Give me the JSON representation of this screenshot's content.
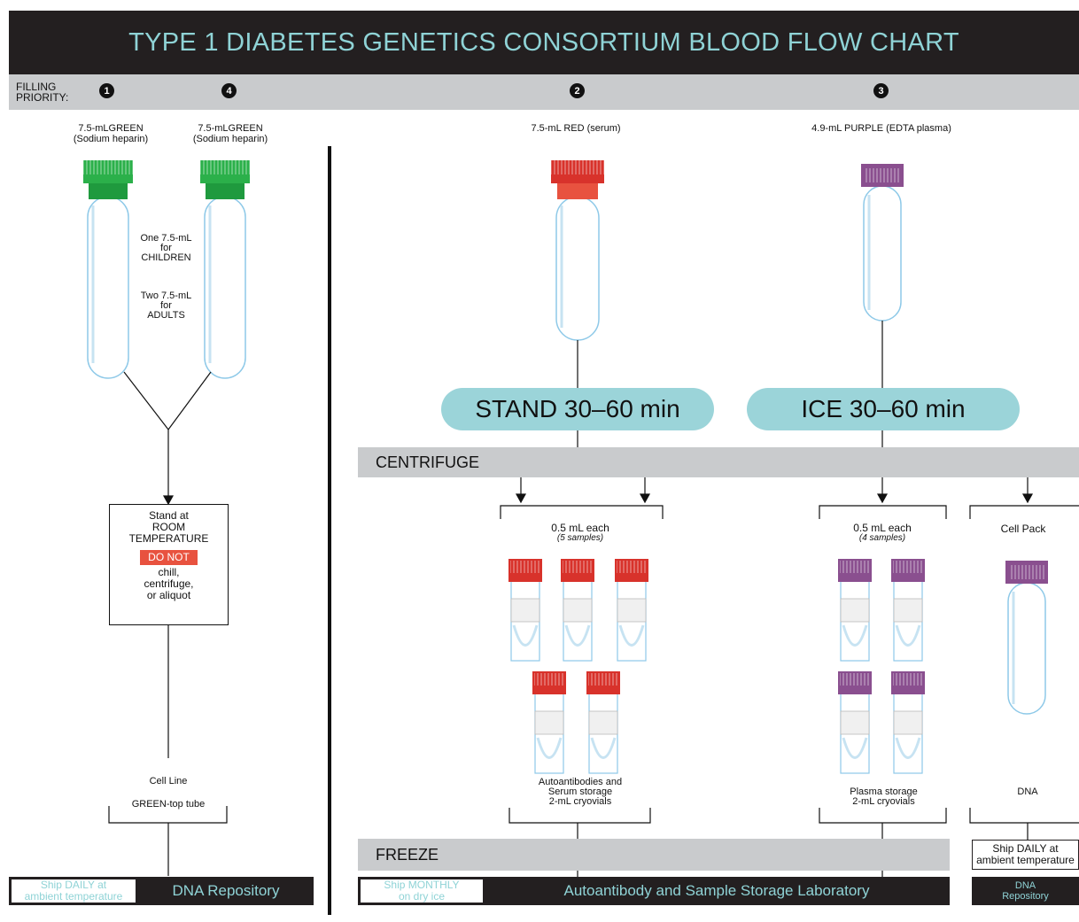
{
  "title": "TYPE 1 DIABETES GENETICS CONSORTIUM BLOOD FLOW CHART",
  "priority": {
    "label_line1": "FILLING",
    "label_line2": "PRIORITY:",
    "numbers": [
      "1",
      "4",
      "2",
      "3"
    ]
  },
  "tubes": {
    "green1": {
      "line1": "7.5-mLGREEN",
      "line2": "(Sodium heparin)"
    },
    "green2": {
      "line1": "7.5-mLGREEN",
      "line2": "(Sodium heparin)"
    },
    "red": {
      "label": "7.5-mL RED (serum)"
    },
    "purple": {
      "label": "4.9-mL PURPLE (EDTA plasma)"
    }
  },
  "green_note": {
    "children_1": "One 7.5-mL",
    "children_2": "for",
    "children_3": "CHILDREN",
    "adults_1": "Two 7.5-mL",
    "adults_2": "for",
    "adults_3": "ADULTS"
  },
  "steps": {
    "stand": "STAND 30–60 min",
    "ice": "ICE 30–60 min",
    "centrifuge": "CENTRIFUGE",
    "freeze": "FREEZE"
  },
  "room_box": {
    "line1": "Stand at",
    "line2": "ROOM",
    "line3": "TEMPERATURE",
    "donot": "DO NOT",
    "line4": "chill,",
    "line5": "centrifuge,",
    "line6": "or aliquot"
  },
  "groups": {
    "serum": {
      "title": "0.5 mL each",
      "sub": "(5 samples)",
      "bottom1": "Autoantibodies and",
      "bottom2": "Serum storage",
      "bottom3": "2-mL cryovials"
    },
    "plasma": {
      "title": "0.5 mL each",
      "sub": "(4 samples)",
      "bottom1": "Plasma storage",
      "bottom2": "2-mL cryovials"
    },
    "cellpack": {
      "title": "Cell Pack",
      "bottom": "DNA"
    },
    "cellline": {
      "line1": "Cell Line",
      "line2": "GREEN-top tube"
    }
  },
  "shipping": {
    "left": {
      "ship1": "Ship DAILY at",
      "ship2": "ambient temperature",
      "dest": "DNA Repository"
    },
    "middle": {
      "ship1": "Ship MONTHLY",
      "ship2": "on dry ice",
      "dest": "Autoantibody and Sample Storage Laboratory"
    },
    "right": {
      "ship1": "Ship DAILY at",
      "ship2": "ambient temperature",
      "dest1": "DNA",
      "dest2": "Repository"
    }
  },
  "colors": {
    "title_bg": "#231f20",
    "title_text": "#8fd3d6",
    "pill": "#9bd4d9",
    "band": "#c9cbcd",
    "green_cap": "#2bb04a",
    "red_cap": "#d8322b",
    "purple_cap": "#8a4f8f",
    "tube_outline": "#8ec9e8",
    "donot": "#e8523f"
  }
}
